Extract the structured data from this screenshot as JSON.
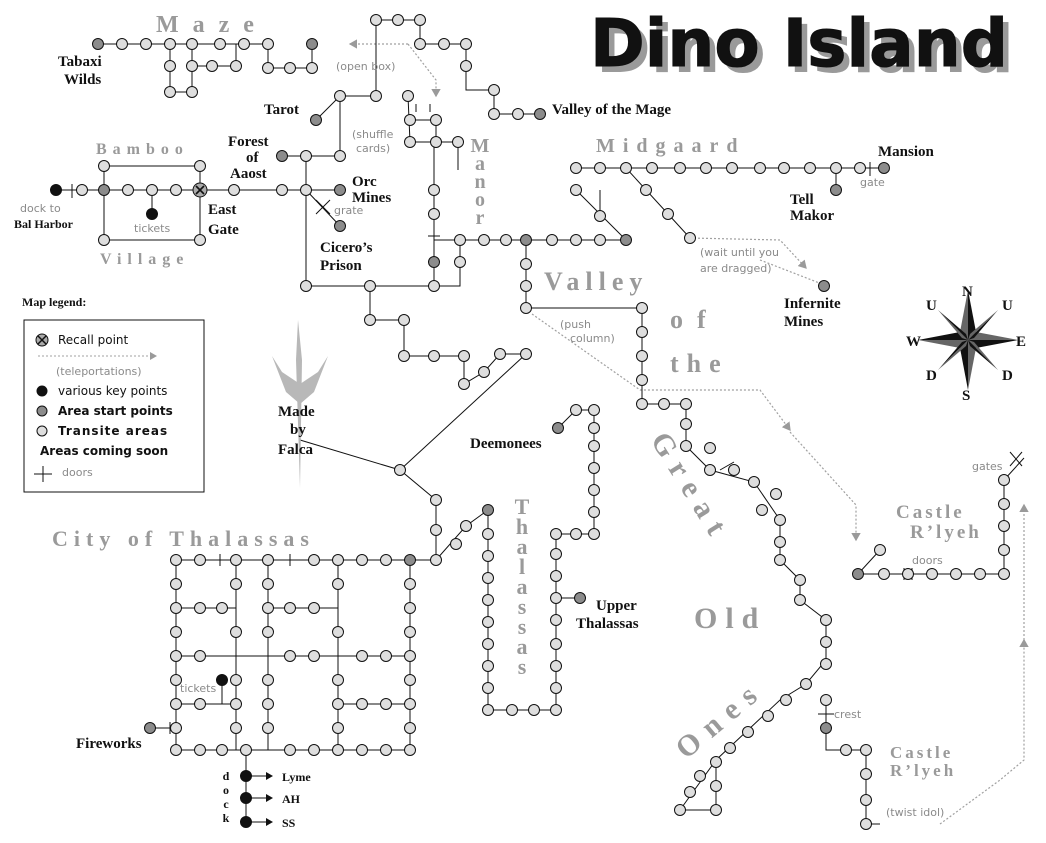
{
  "title": "Dino Island",
  "credit": [
    "Made",
    "by",
    "Falca"
  ],
  "area_labels": {
    "maze": "Maze",
    "bamboo": "Bamboo",
    "village": "Village",
    "midgaard": "Midgaard",
    "manor": "Manor",
    "valley_mage": "Valley of the Mage",
    "valley_goo_1": "Valley",
    "valley_goo_2": "of",
    "valley_goo_3": "the",
    "great": "Great",
    "old": "Old",
    "ones": "Ones",
    "city_thalassas": "City of Thalassas",
    "thalassas_vertical": "Thalassas",
    "castle_rlyeh_1": [
      "Castle",
      "R’lyeh"
    ],
    "castle_rlyeh_2": [
      "Castle",
      "R’lyeh"
    ]
  },
  "places": {
    "tabaxi": [
      "Tabaxi",
      "Wilds"
    ],
    "tarot": "Tarot",
    "forest": [
      "Forest",
      "of",
      "Aaost"
    ],
    "orc": [
      "Orc",
      "Mines"
    ],
    "cicero": [
      "Cicero’s",
      "Prison"
    ],
    "east_gate": [
      "East",
      "Gate"
    ],
    "mansion": "Mansion",
    "tell_makor": [
      "Tell",
      "Makor"
    ],
    "infernite": [
      "Infernite",
      "Mines"
    ],
    "deemonees": "Deemonees",
    "upper_thalassas": [
      "Upper",
      "Thalassas"
    ],
    "fireworks": "Fireworks",
    "lyme": "Lyme",
    "ah": "AH",
    "ss": "SS"
  },
  "notes": {
    "open_box": "(open  box)",
    "shuffle": [
      "(shuffle",
      "cards)"
    ],
    "grate": "grate",
    "gate": "gate",
    "dock_bal": [
      "dock to",
      "Bal Harbor"
    ],
    "tickets_1": "tickets",
    "tickets_2": "tickets",
    "wait_dragged": [
      "(wait until you",
      "are dragged)"
    ],
    "push_column": [
      "(push",
      "column)"
    ],
    "gates": "gates",
    "doors": "doors",
    "crest": "crest",
    "twist_idol": "(twist idol)",
    "dock_vertical": "dock"
  },
  "legend": {
    "title": "Map legend:",
    "recall": "Recall point",
    "teleport": "(teleportations)",
    "key_points": "various key points",
    "area_start": "Area start points",
    "transit": "Transite areas",
    "coming_soon": "Areas coming soon",
    "doors": "doors"
  },
  "compass": {
    "n": "N",
    "s": "S",
    "e": "E",
    "w": "W",
    "u1": "U",
    "u2": "U",
    "d1": "D",
    "d2": "D"
  },
  "colors": {
    "transit": "#dedede",
    "start": "#8c8c8c",
    "key": "#111111",
    "area_text": "#9a9a9a",
    "teleport": "#9a9a9a"
  }
}
